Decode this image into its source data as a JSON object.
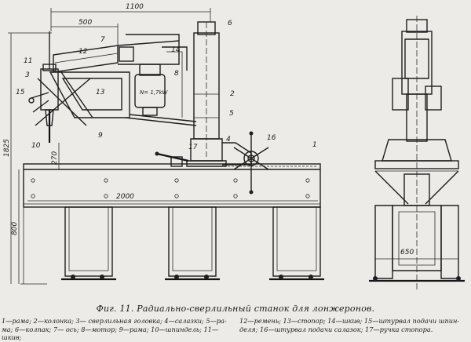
{
  "figure": {
    "caption": "Фиг. 11. Радиально-сверлильный станок для лонжеронов.",
    "legend_left_line1": "1—рама; 2—колонка; 3— сверлильная головка; 4—салазки; 5—ра-",
    "legend_left_line2": "ма; 6—колпак; 7— ось; 8—мотор; 9—рама; 10—шпиндель; 11—шкив;",
    "legend_right_line1": "12—ремень; 13—стопор; 14—шкив; 15—штурвал подачи шпин-",
    "legend_right_line2": "деля; 16—штурвал подачи салазок; 17—ручка стопора."
  },
  "dimensions": {
    "d1100": "1100",
    "d500": "500",
    "d2000": "2000",
    "d1825": "1825",
    "d800": "800",
    "d270": "270",
    "d650": "650"
  },
  "motor_label": "N= 1,7kW",
  "part_labels": {
    "p1": "1",
    "p2": "2",
    "p3": "3",
    "p4": "4",
    "p5": "5",
    "p6": "6",
    "p7": "7",
    "p8": "8",
    "p9": "9",
    "p10": "10",
    "p11": "11",
    "p12": "12",
    "p13": "13",
    "p14": "14",
    "p15": "15",
    "p16": "16",
    "p17": "17"
  }
}
